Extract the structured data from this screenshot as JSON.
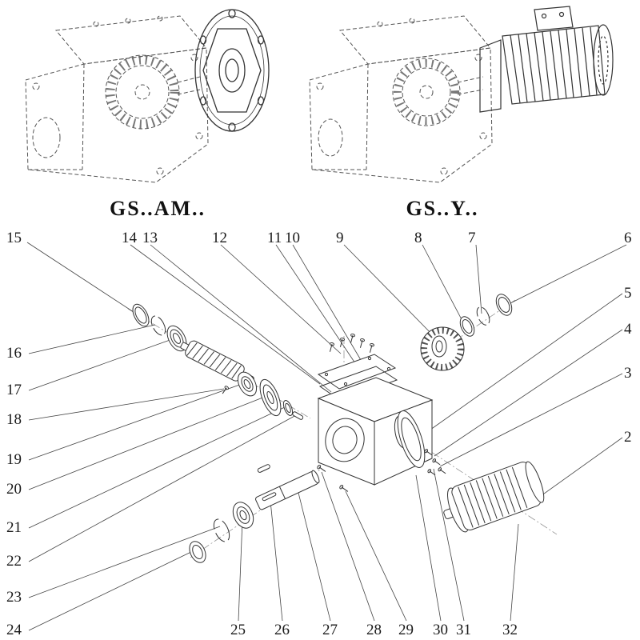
{
  "figures": [
    {
      "caption": "GS..AM.."
    },
    {
      "caption": "GS..Y.."
    }
  ],
  "callouts": [
    {
      "label": "15"
    },
    {
      "label": "14"
    },
    {
      "label": "13"
    },
    {
      "label": "12"
    },
    {
      "label": "11"
    },
    {
      "label": "10"
    },
    {
      "label": "9"
    },
    {
      "label": "8"
    },
    {
      "label": "7"
    },
    {
      "label": "6"
    },
    {
      "label": "5"
    },
    {
      "label": "4"
    },
    {
      "label": "3"
    },
    {
      "label": "2"
    },
    {
      "label": "16"
    },
    {
      "label": "17"
    },
    {
      "label": "18"
    },
    {
      "label": "19"
    },
    {
      "label": "20"
    },
    {
      "label": "21"
    },
    {
      "label": "22"
    },
    {
      "label": "23"
    },
    {
      "label": "24"
    },
    {
      "label": "25"
    },
    {
      "label": "26"
    },
    {
      "label": "27"
    },
    {
      "label": "28"
    },
    {
      "label": "29"
    },
    {
      "label": "30"
    },
    {
      "label": "31"
    },
    {
      "label": "32"
    }
  ],
  "colors": {
    "line": "#333333",
    "dashed_line": "#555555",
    "leader": "#444444"
  }
}
